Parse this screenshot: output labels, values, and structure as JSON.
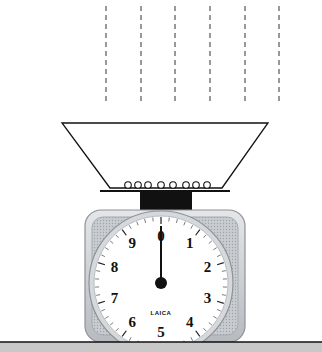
{
  "diagram": {
    "labels": [
      "0",
      "1",
      "2",
      "3",
      "4",
      "5",
      "6",
      "7",
      "8",
      "9",
      "LAICA"
    ]
  }
}
